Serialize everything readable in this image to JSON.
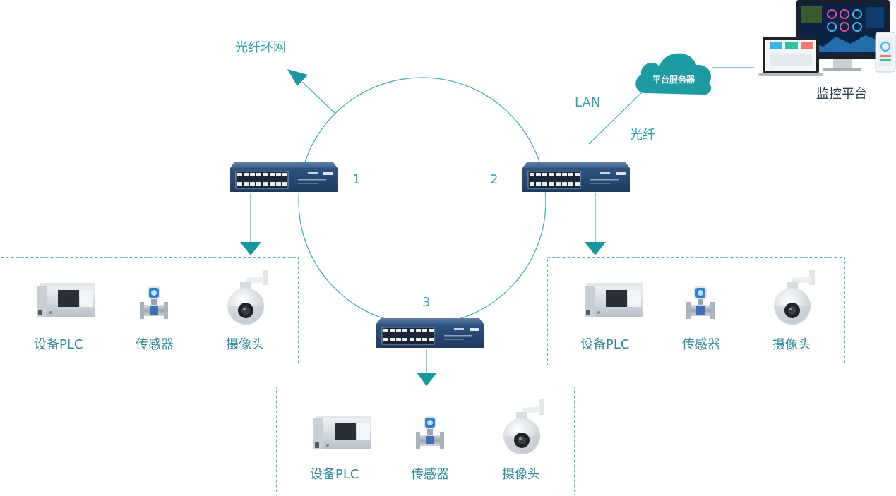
{
  "ring_label": "光纤环网",
  "lan_label": "LAN",
  "fiber_label": "光纤",
  "cloud": {
    "label": "平台服务器"
  },
  "platform_label": "监控平台",
  "switches": [
    {
      "number": "1"
    },
    {
      "number": "2"
    },
    {
      "number": "3"
    }
  ],
  "device_groups": [
    {
      "devices": [
        {
          "label": "设备PLC",
          "icon": "plc-icon"
        },
        {
          "label": "传感器",
          "icon": "flowmeter-icon"
        },
        {
          "label": "摄像头",
          "icon": "dome-camera-icon"
        }
      ]
    },
    {
      "devices": [
        {
          "label": "设备PLC",
          "icon": "plc-icon"
        },
        {
          "label": "传感器",
          "icon": "flowmeter-icon"
        },
        {
          "label": "摄像头",
          "icon": "dome-camera-icon"
        }
      ]
    },
    {
      "devices": [
        {
          "label": "设备PLC",
          "icon": "plc-icon"
        },
        {
          "label": "传感器",
          "icon": "flowmeter-icon"
        },
        {
          "label": "摄像头",
          "icon": "dome-camera-icon"
        }
      ]
    }
  ],
  "colors": {
    "accent": "#17989f",
    "line": "#2aa9b0",
    "switch_body": "#2d4f7c",
    "cloud": "#1e9aa3"
  }
}
